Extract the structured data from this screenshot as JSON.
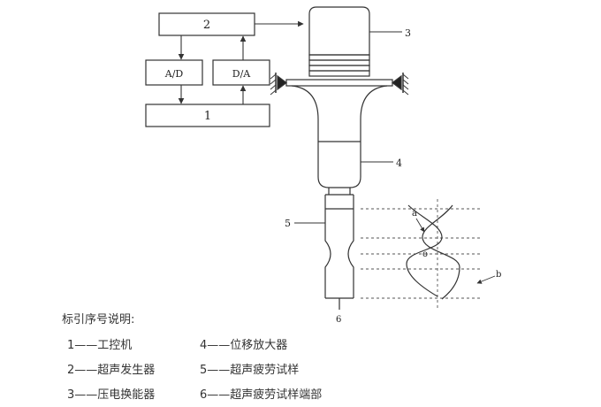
{
  "blocks": {
    "generator_label": "2",
    "ad_label": "A/D",
    "da_label": "D/A",
    "computer_label": "1"
  },
  "callouts": {
    "transducer": "3",
    "amplifier": "4",
    "specimen": "5",
    "specimen_end": "6"
  },
  "curve_labels": {
    "a": "a",
    "o": "o",
    "b": "b"
  },
  "legend": {
    "title": "标引序号说明:",
    "items": [
      "1——工控机",
      "4——位移放大器",
      "2——超声发生器",
      "5——超声疲劳试样",
      "3——压电换能器",
      "6——超声疲劳试样端部"
    ]
  }
}
